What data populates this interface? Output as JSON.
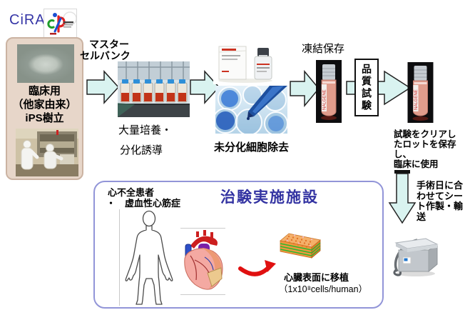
{
  "brand": {
    "name": "CiRA"
  },
  "left_panel": {
    "line1": "臨床用",
    "line2": "（他家由来）",
    "line3": "iPS樹立"
  },
  "labels": {
    "master_cell_bank_1": "マスター",
    "master_cell_bank_2": "セルバンク",
    "mass_culture_1": "大量培養・",
    "mass_culture_2": "分化誘導",
    "undiff_removal": "未分化細胞除去",
    "cryopreservation": "凍結保存",
    "quality_test": "品質試験",
    "cleared_1": "試験をクリアし",
    "cleared_2": "たロットを保存し、",
    "cleared_3": "臨床に使用",
    "transport_1": "手術日に合",
    "transport_2": "わせてシー",
    "transport_3": "ト作製・輸送"
  },
  "trial_site": {
    "title": "治験実施施設",
    "patient_1": "心不全患者",
    "patient_2": "・　虚血性心筋症",
    "transplant_1": "心臓表面に移植",
    "transplant_2": "（1x10⁸cells/human）"
  },
  "photos": {
    "vial_label": "NALGENE"
  },
  "colors": {
    "arrow_fill": "#d9f3f0",
    "arrow_stroke": "#222222",
    "brand_blue": "#3535a6",
    "title_blue": "#3333a2",
    "ips_panel_bg": "#e7d6c9",
    "trial_border": "#9295d8",
    "red_arrow": "#e01010"
  }
}
